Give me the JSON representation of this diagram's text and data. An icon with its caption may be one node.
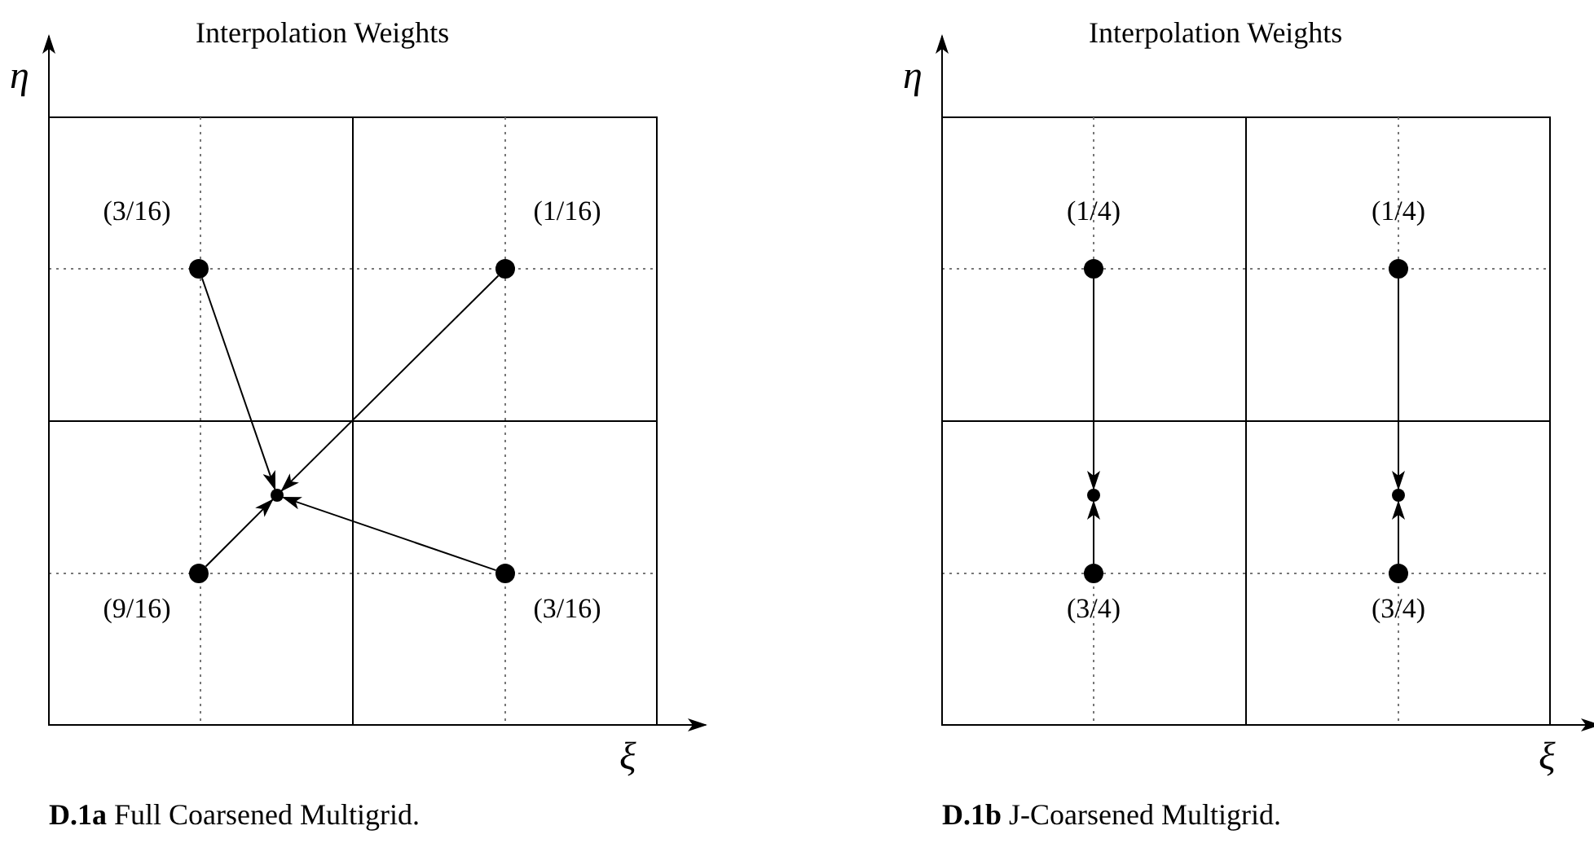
{
  "diagram": {
    "nodes": [
      {
        "text": [],
        "shape": "circle",
        "beside": [
          "(3/16)"
        ]
      },
      {
        "text": [],
        "shape": "circle",
        "beside": [
          "(1/16)"
        ]
      },
      {
        "text": [],
        "shape": "circle"
      },
      {
        "text": [],
        "shape": "circle",
        "beside": [
          "(9/16)"
        ]
      },
      {
        "text": [],
        "shape": "circle",
        "beside": [
          "(3/16)"
        ]
      },
      {
        "text": [],
        "shape": "circle",
        "beside": [
          "(1/4)"
        ]
      },
      {
        "text": [],
        "shape": "circle",
        "beside": [
          "(1/4)"
        ]
      },
      {
        "text": [],
        "shape": "circle"
      },
      {
        "text": [],
        "shape": "circle"
      },
      {
        "text": [],
        "shape": "circle",
        "beside": [
          "(3/4)"
        ]
      },
      {
        "text": [],
        "shape": "circle",
        "beside": [
          "(3/4)"
        ]
      }
    ],
    "edges": [
      {
        "from": 0,
        "to": 2,
        "arrow": "to"
      },
      {
        "from": 1,
        "to": 2,
        "arrow": "to"
      },
      {
        "from": 3,
        "to": 2,
        "arrow": "to"
      },
      {
        "from": 4,
        "to": 2,
        "arrow": "to"
      },
      {
        "from": 5,
        "to": 7,
        "arrow": "to"
      },
      {
        "from": 6,
        "to": 8,
        "arrow": "to"
      },
      {
        "from": 9,
        "to": 7,
        "arrow": "to"
      },
      {
        "from": 10,
        "to": 8,
        "arrow": "to"
      }
    ],
    "labels": [
      "Interpolation Weights",
      "Interpolation Weights",
      "η",
      "η",
      "ξ",
      "ξ",
      "**D.1a** Full Coarsened Multigrid.",
      "**D.1b** J-Coarsened Multigrid."
    ]
  }
}
